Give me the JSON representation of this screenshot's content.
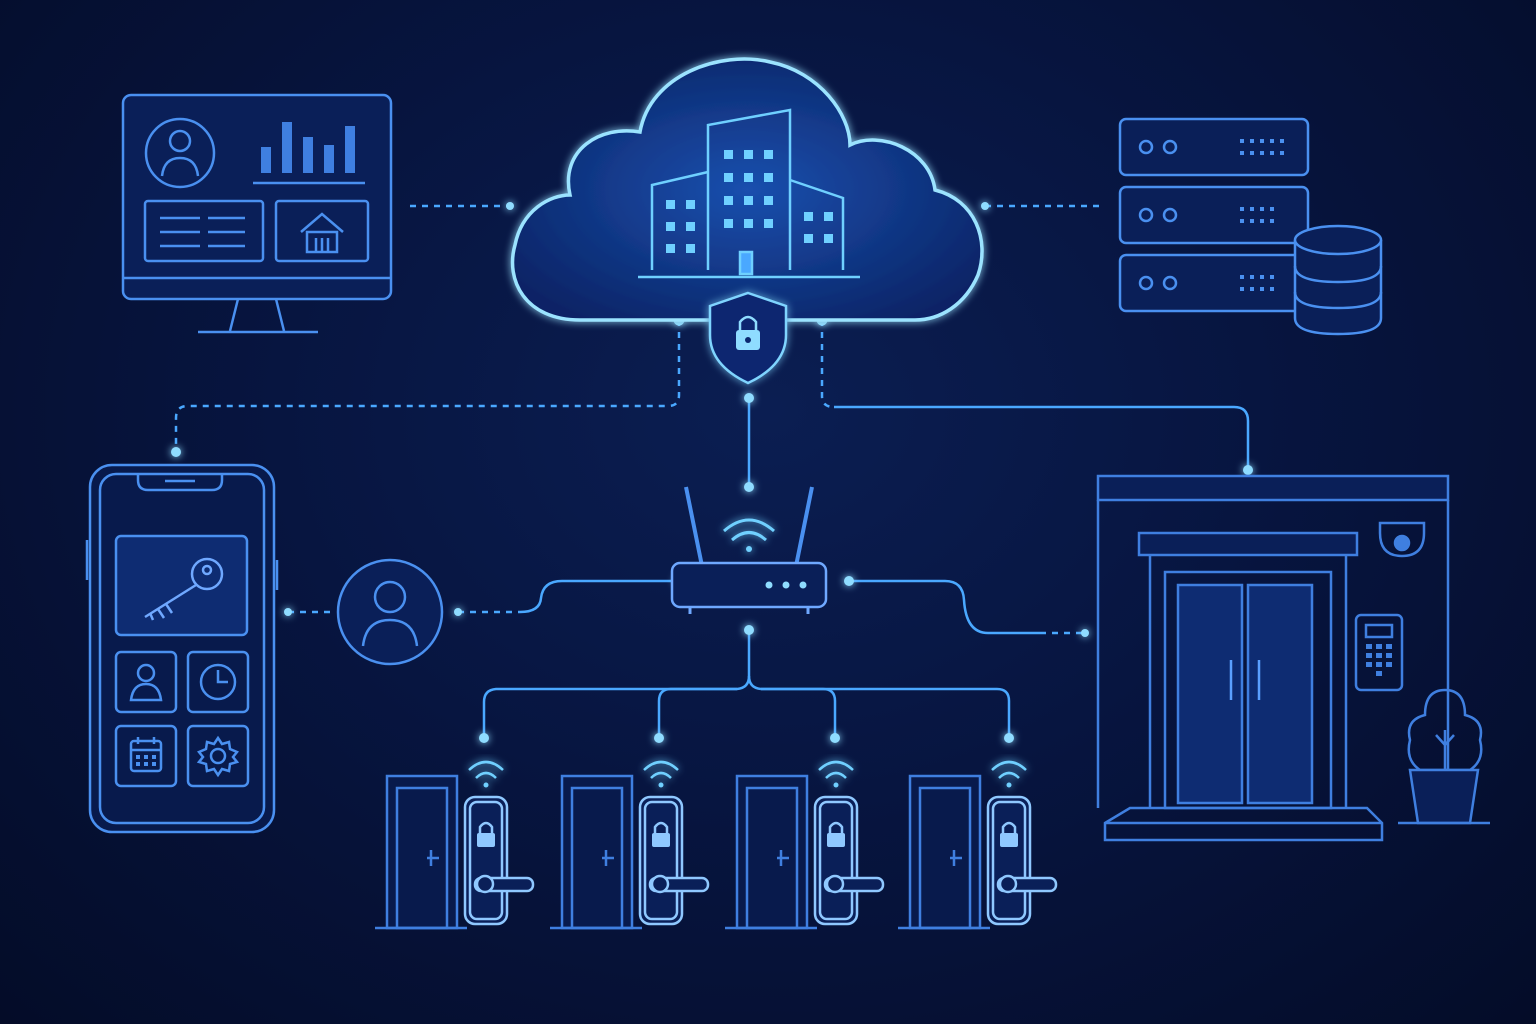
{
  "diagram": {
    "nodes": [
      {
        "id": "cloud",
        "icon": "cloud-building-icon"
      },
      {
        "id": "security",
        "icon": "shield-lock-icon"
      },
      {
        "id": "dashboard",
        "icon": "monitor-dashboard-icon"
      },
      {
        "id": "servers",
        "icon": "server-rack-icon"
      },
      {
        "id": "database",
        "icon": "database-icon"
      },
      {
        "id": "phone",
        "icon": "smartphone-app-icon"
      },
      {
        "id": "guest",
        "icon": "user-icon"
      },
      {
        "id": "router",
        "icon": "wifi-router-icon"
      },
      {
        "id": "entrance",
        "icon": "building-entrance-icon"
      },
      {
        "id": "door-lock-1",
        "icon": "smart-door-lock-icon"
      },
      {
        "id": "door-lock-2",
        "icon": "smart-door-lock-icon"
      },
      {
        "id": "door-lock-3",
        "icon": "smart-door-lock-icon"
      },
      {
        "id": "door-lock-4",
        "icon": "smart-door-lock-icon"
      }
    ],
    "edges": [
      {
        "from": "dashboard",
        "to": "cloud",
        "style": "dashed"
      },
      {
        "from": "cloud",
        "to": "servers",
        "style": "dashed"
      },
      {
        "from": "cloud",
        "to": "phone",
        "style": "dashed"
      },
      {
        "from": "security",
        "to": "router",
        "style": "solid"
      },
      {
        "from": "cloud",
        "to": "entrance",
        "style": "dashed-then-solid"
      },
      {
        "from": "phone",
        "to": "guest",
        "style": "dashed"
      },
      {
        "from": "guest",
        "to": "router",
        "style": "dashed-then-solid"
      },
      {
        "from": "router",
        "to": "entrance",
        "style": "solid-then-dashed"
      },
      {
        "from": "router",
        "to": "door-lock-1",
        "style": "solid"
      },
      {
        "from": "router",
        "to": "door-lock-2",
        "style": "solid"
      },
      {
        "from": "router",
        "to": "door-lock-3",
        "style": "solid"
      },
      {
        "from": "router",
        "to": "door-lock-4",
        "style": "solid"
      }
    ]
  },
  "colors": {
    "background": "#061236",
    "line": "#4aa8ff",
    "accent": "#6fd0ff",
    "glow": "#8fdcff",
    "fill": "#0c2a6b"
  }
}
